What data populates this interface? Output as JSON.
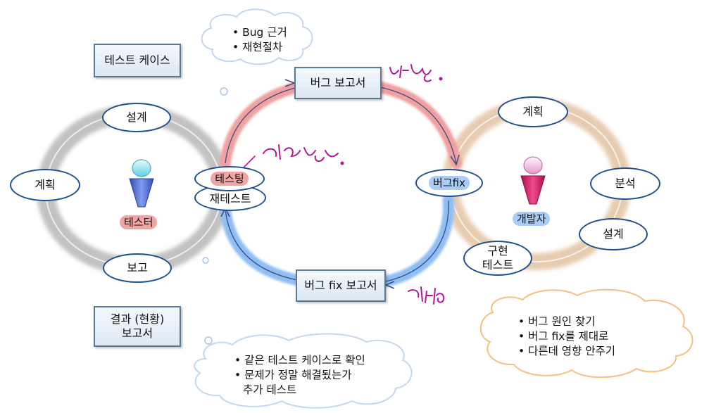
{
  "colors": {
    "red_arc": "#f0a0a0",
    "blue_arc": "#8fbef5",
    "left_ring": "#bdbdbd",
    "right_ring": "#e6c9a8",
    "ellipse_border": "#1f4f8c",
    "box_border": "#5b7897",
    "handwriting": "#b0189a",
    "tester_body": "#4a6fd6",
    "developer_body": "#d81b6b"
  },
  "left_boxes": {
    "test_case": "테스트 케이스",
    "report_result": "결과 (현황)\n보고서"
  },
  "center_boxes": {
    "bug_report": "버그 보고서",
    "bug_fix_report": "버그 fix 보고서"
  },
  "tester_cycle": {
    "design": "설계",
    "plan": "계획",
    "report": "보고",
    "role": "테스터",
    "role_icon": "person-icon"
  },
  "developer_cycle": {
    "plan": "계획",
    "analysis": "분석",
    "design": "설계",
    "impl_test": "구현\n테스트",
    "role": "개발자",
    "role_icon": "person-icon"
  },
  "handoff": {
    "testing": "테스팅",
    "retest": "재테스트",
    "bug_fix": "버그fix"
  },
  "clouds": {
    "top": [
      "Bug 근거",
      "재현절차"
    ],
    "bottom": [
      "같은 테스트 케이스로 확인",
      "문제가 정말 해결됬는가",
      "추가 테스트"
    ],
    "bottom_plain_last": true,
    "right": [
      "버그 원인 찾기",
      "버그 fix를 제대로",
      "다른데 영향 안주기"
    ]
  }
}
